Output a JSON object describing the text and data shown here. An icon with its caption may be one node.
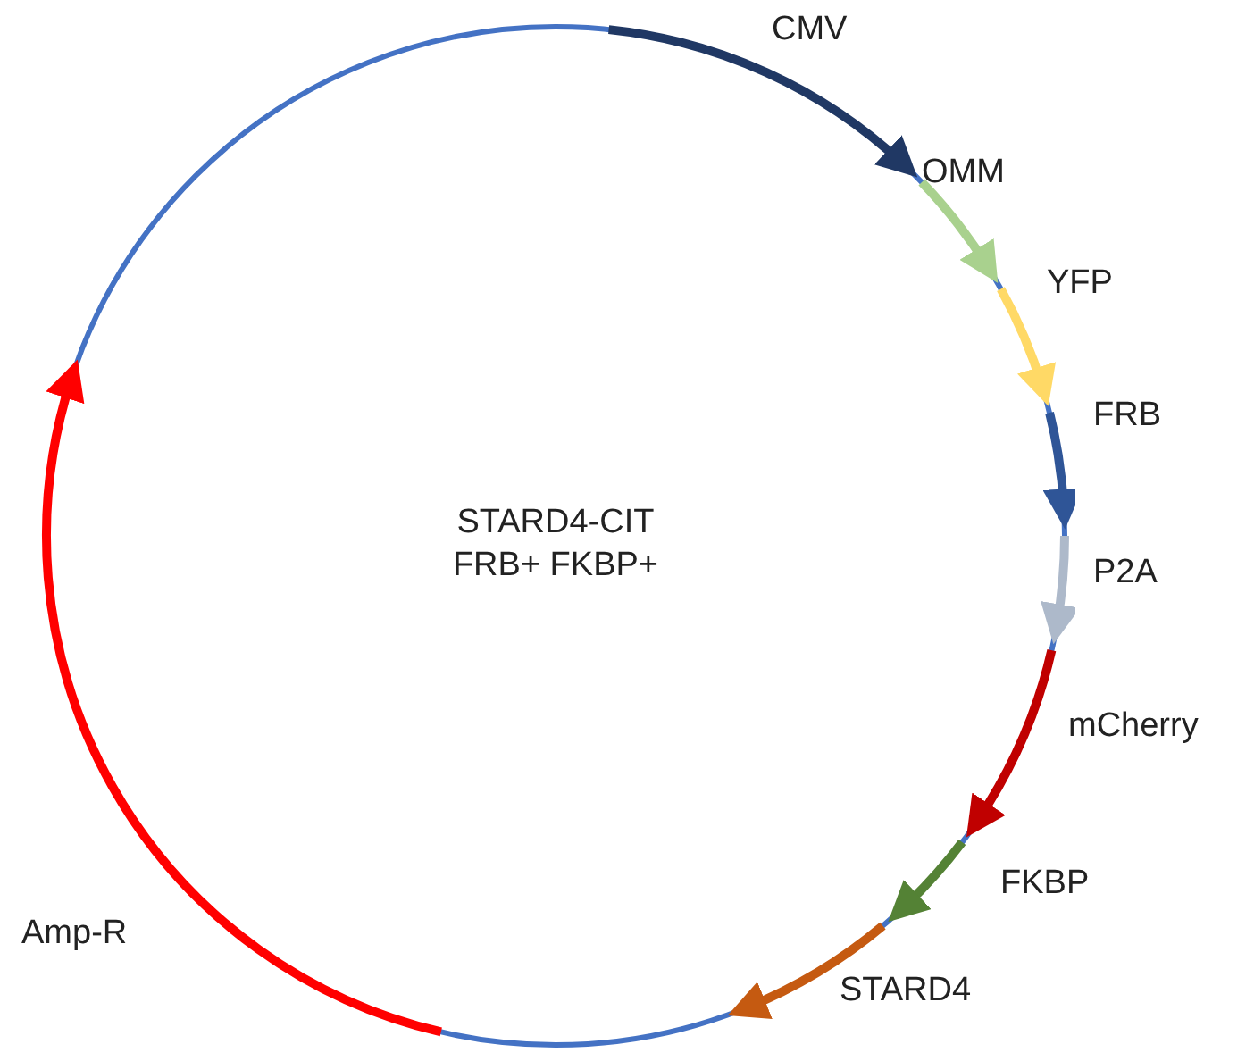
{
  "diagram": {
    "nodes": [
      {
        "text": [
          "STARD4-CIT FRB+ FKBP+"
        ]
      }
    ],
    "labels": [
      "CMV",
      "OMM",
      "YFP",
      "FRB",
      "P2A",
      "mCherry",
      "FKBP",
      "STARD4",
      "Amp-R"
    ]
  }
}
